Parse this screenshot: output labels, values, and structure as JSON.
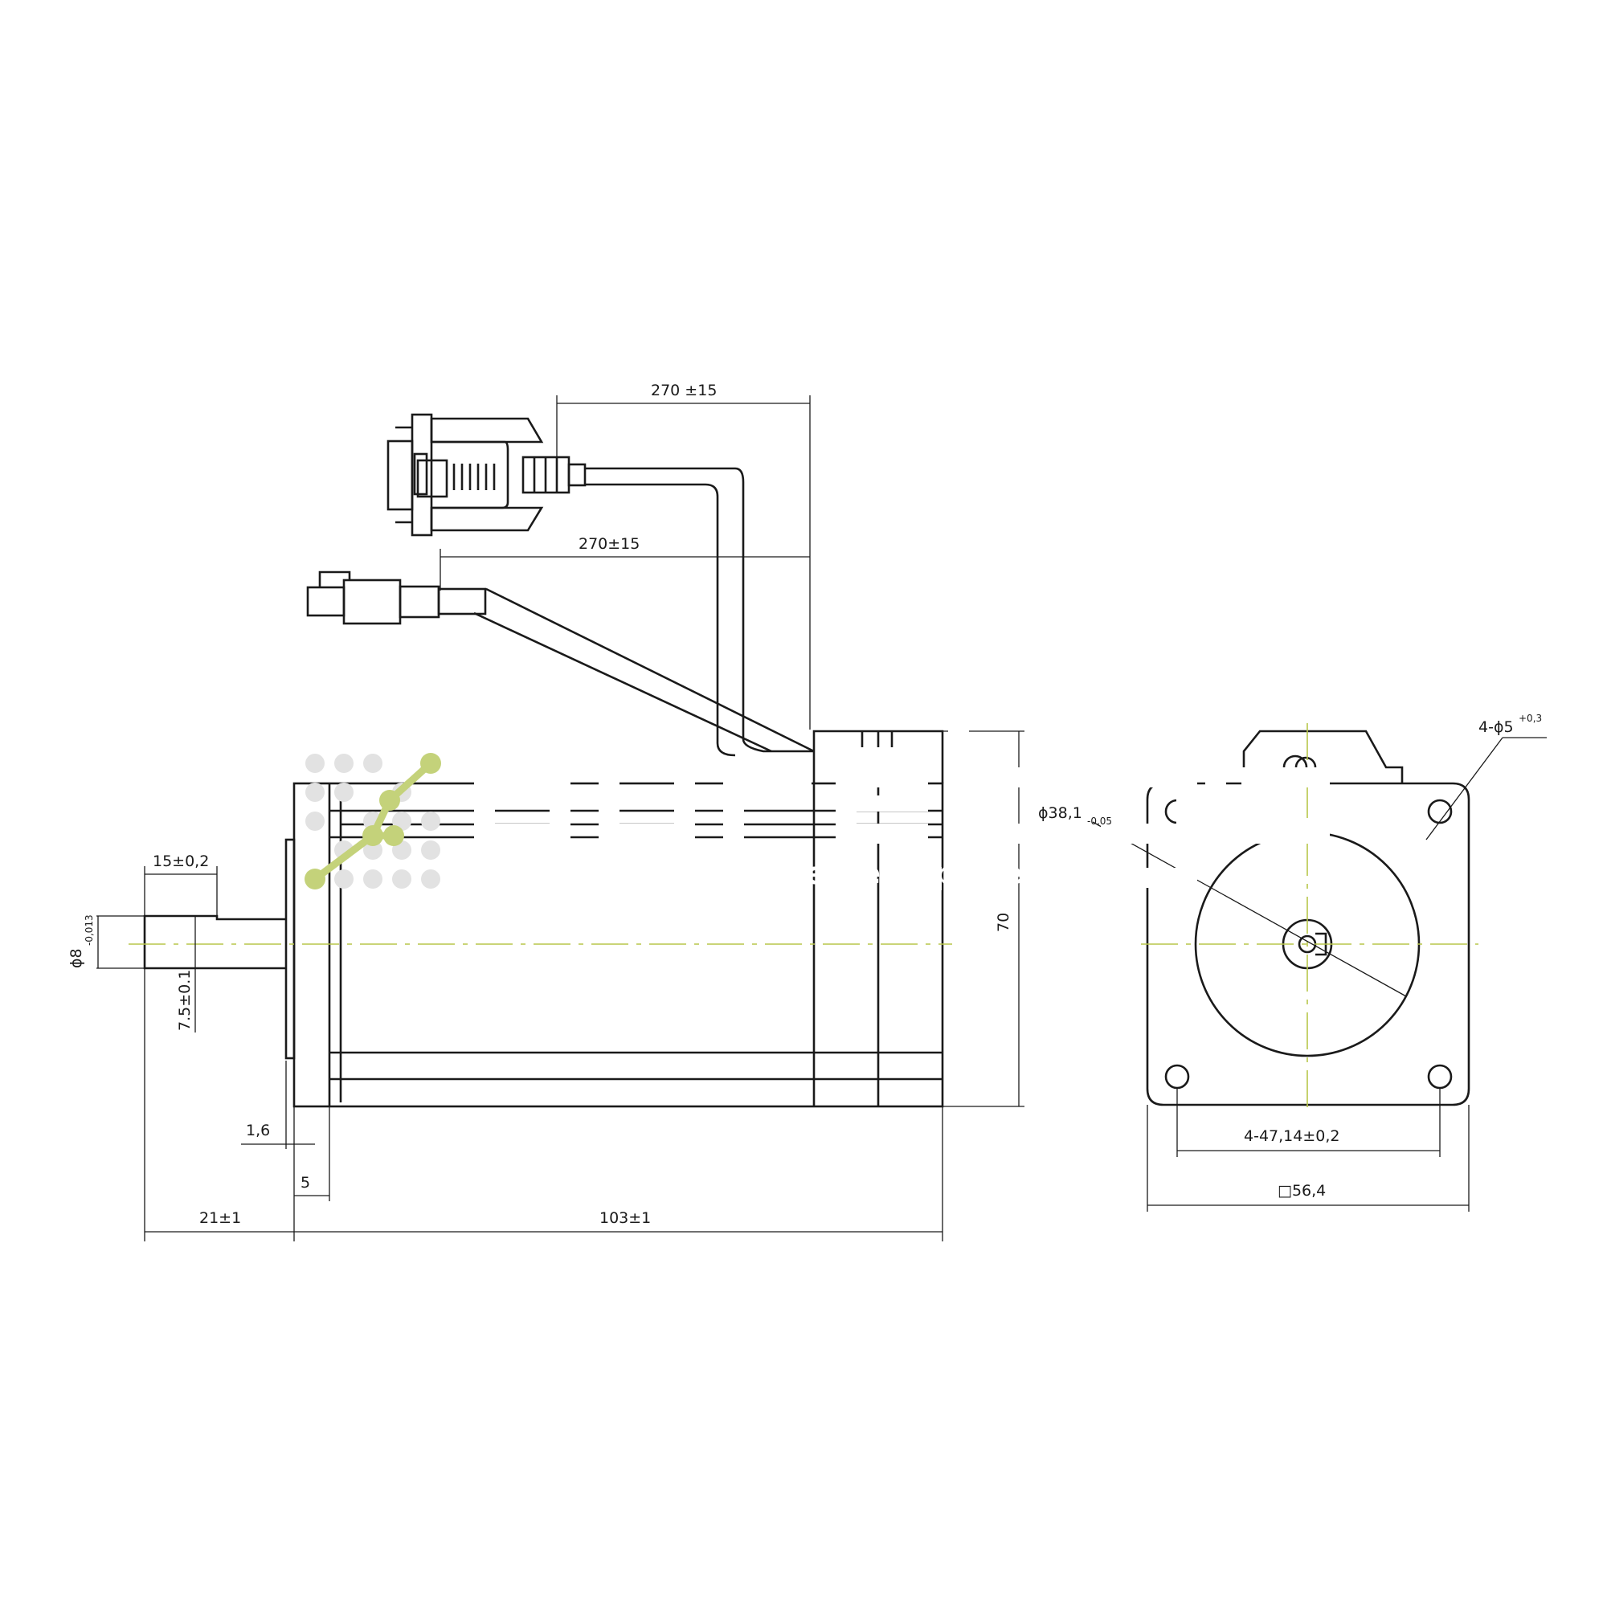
{
  "dimensions": {
    "dsub_cable_length": "270 ±15",
    "power_cable_length": "270±15",
    "shaft_flat_length": "15±0,2",
    "shaft_diameter_main": "ϕ8",
    "shaft_diameter_tol": "-0,013",
    "flat_depth": "7.5±0.1",
    "body_height": "70",
    "flange_thickness": "1,6",
    "boss_offset": "5",
    "shaft_length": "21±1",
    "body_length": "103±1",
    "pilot_diameter_main": "ϕ38,1",
    "pilot_diameter_tol": "-0,05",
    "hole_spec_main": "4-ϕ5",
    "hole_spec_tol": "+0,3",
    "hole_spacing": "4-47,14±0,2",
    "flange_square": "□56,4"
  },
  "watermark": {
    "brand": "purelogic",
    "tagline": "research & development"
  },
  "colors": {
    "line": "#1a1a1a",
    "centerline": "#b7c64a",
    "logo_green": "#c4d27a",
    "logo_gray": "#e2e2e2"
  }
}
